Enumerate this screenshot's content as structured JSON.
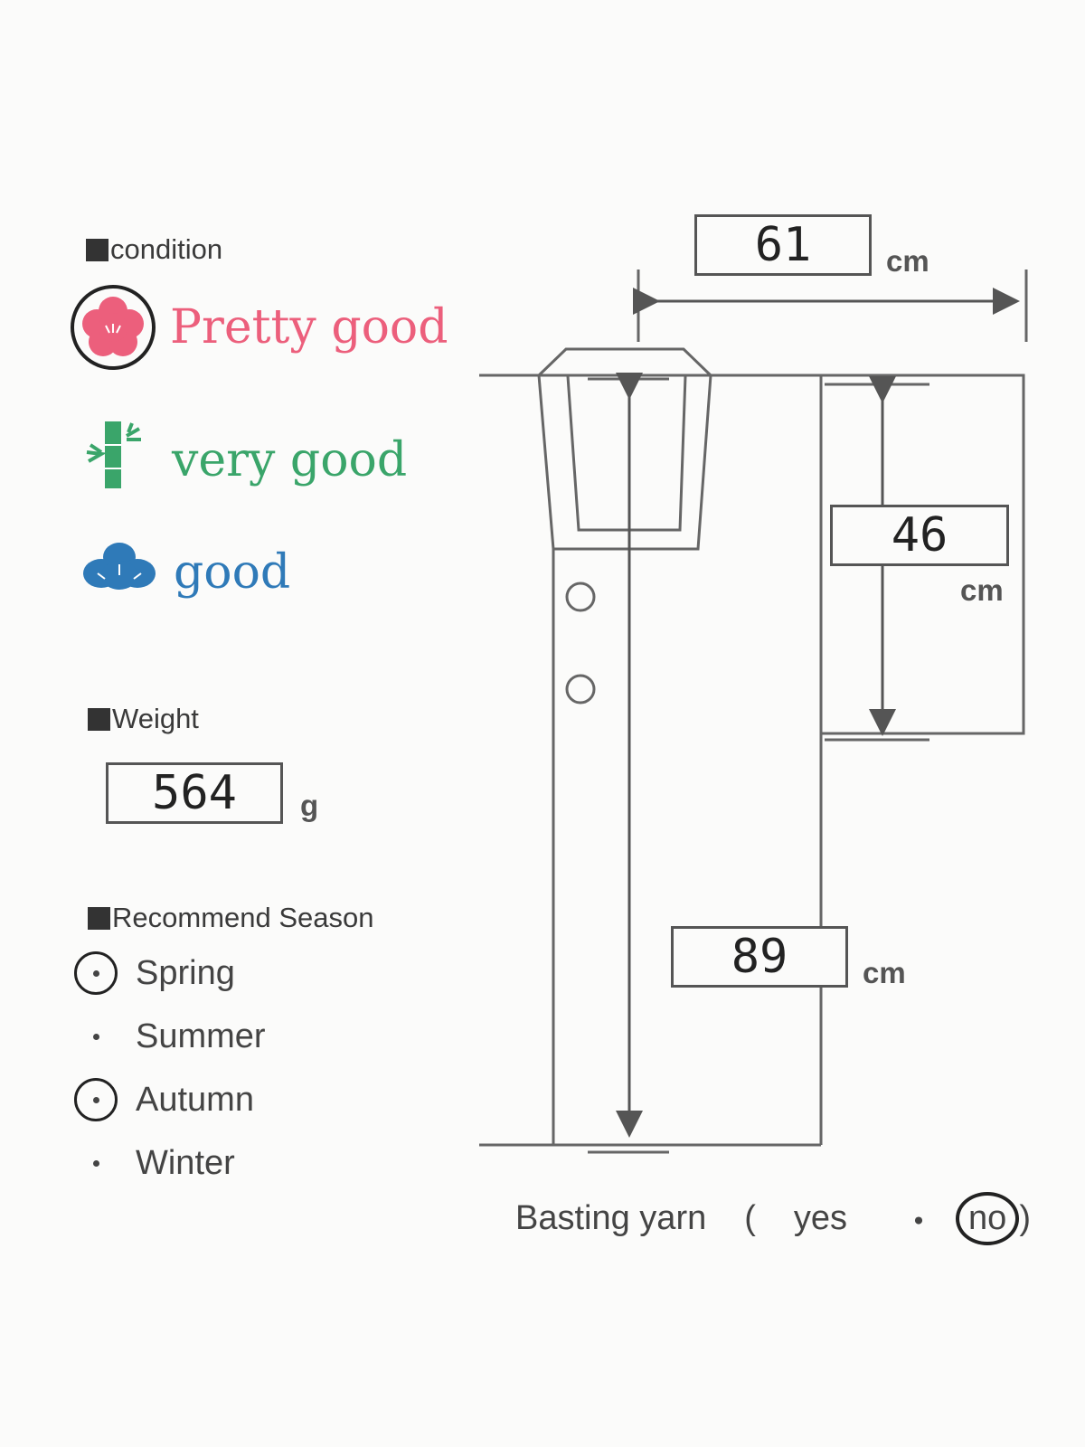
{
  "condition": {
    "heading": "condition",
    "options": [
      {
        "label": "Pretty good",
        "icon": "plum-blossom-icon",
        "color": "#ec5f7c",
        "selected": true
      },
      {
        "label": "very good",
        "icon": "bamboo-icon",
        "color": "#3aa56a",
        "selected": false
      },
      {
        "label": "good",
        "icon": "pine-icon",
        "color": "#2f7ab8",
        "selected": false
      }
    ]
  },
  "weight": {
    "heading": "Weight",
    "value": "564",
    "unit": "g"
  },
  "season": {
    "heading": "Recommend Season",
    "options": [
      {
        "label": "Spring",
        "selected": true
      },
      {
        "label": "Summer",
        "selected": false
      },
      {
        "label": "Autumn",
        "selected": true
      },
      {
        "label": "Winter",
        "selected": false
      }
    ]
  },
  "measurements": {
    "width": {
      "value": "61",
      "unit": "cm"
    },
    "sleeve_length": {
      "value": "46",
      "unit": "cm"
    },
    "length": {
      "value": "89",
      "unit": "cm"
    }
  },
  "basting_yarn": {
    "label": "Basting yarn",
    "open": "(",
    "yes": "yes",
    "separator": "・",
    "no": "no",
    "close": ")",
    "selected": "no"
  }
}
